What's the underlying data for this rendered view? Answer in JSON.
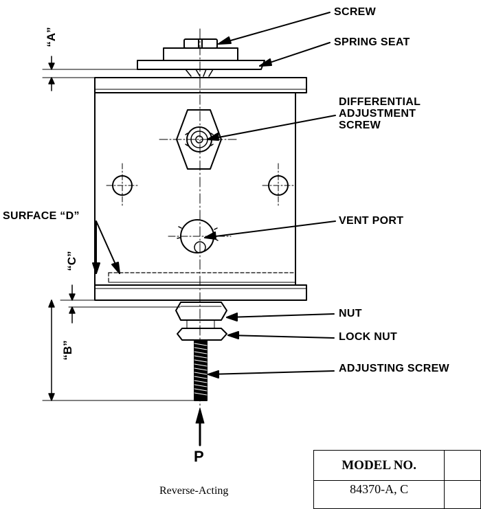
{
  "callouts": {
    "screw": "SCREW",
    "spring_seat": "SPRING SEAT",
    "differential_1": "DIFFERENTIAL",
    "differential_2": "ADJUSTMENT",
    "differential_3": "SCREW",
    "surface_d": "SURFACE “D”",
    "vent_port": "VENT PORT",
    "nut": "NUT",
    "lock_nut": "LOCK NUT",
    "adjusting_screw": "ADJUSTING SCREW"
  },
  "dimensions": {
    "a": "“A”",
    "b": "“B”",
    "c": "“C”"
  },
  "force_label": "P",
  "caption": "Reverse-Acting",
  "table": {
    "header": "MODEL NO.",
    "row1": "84370-A, C"
  }
}
